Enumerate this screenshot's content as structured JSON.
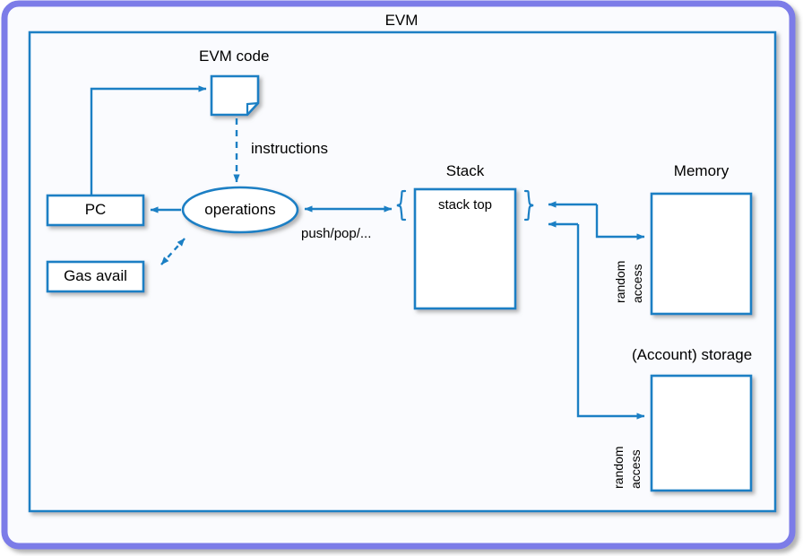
{
  "diagram": {
    "title": "EVM",
    "type": "architecture-block-diagram",
    "colors": {
      "outer_frame_border": "#7b7ce8",
      "inner_frame_border": "#1b7fc4",
      "node_border": "#1b7fc4",
      "node_fill": "#ffffff",
      "connector": "#1b7fc4",
      "page_background": "#fafbfe",
      "text": "#000000"
    },
    "nodes": [
      {
        "id": "evm-code",
        "label": "EVM code",
        "shape": "note"
      },
      {
        "id": "operations",
        "label": "operations",
        "shape": "ellipse"
      },
      {
        "id": "pc",
        "label": "PC",
        "shape": "rect"
      },
      {
        "id": "gas-avail",
        "label": "Gas avail",
        "shape": "rect"
      },
      {
        "id": "stack",
        "label": "Stack",
        "shape": "rect",
        "inner_label": "stack top"
      },
      {
        "id": "memory",
        "label": "Memory",
        "shape": "rect"
      },
      {
        "id": "storage",
        "label": "(Account) storage",
        "shape": "rect"
      }
    ],
    "edges": [
      {
        "id": "pc-to-evm-code",
        "from": "pc",
        "to": "evm-code",
        "label": "",
        "style": "solid",
        "arrow": "single"
      },
      {
        "id": "evm-code-to-operations",
        "from": "evm-code",
        "to": "operations",
        "label": "instructions",
        "style": "dashed",
        "arrow": "single"
      },
      {
        "id": "operations-to-pc",
        "from": "operations",
        "to": "pc",
        "label": "",
        "style": "solid",
        "arrow": "single"
      },
      {
        "id": "operations-to-gas",
        "from": "operations",
        "to": "gas-avail",
        "label": "",
        "style": "dashed",
        "arrow": "double"
      },
      {
        "id": "operations-to-stack",
        "from": "operations",
        "to": "stack",
        "label": "push/pop/...",
        "style": "solid",
        "arrow": "double"
      },
      {
        "id": "memory-to-stack",
        "from": "memory",
        "to": "stack",
        "label": "random access",
        "style": "solid",
        "arrow": "double"
      },
      {
        "id": "storage-to-stack",
        "from": "storage",
        "to": "stack",
        "label": "random access",
        "style": "solid",
        "arrow": "double"
      }
    ],
    "labels": {
      "title": "EVM",
      "evm_code": "EVM code",
      "instructions": "instructions",
      "operations": "operations",
      "pc": "PC",
      "gas_avail": "Gas avail",
      "push_pop": "push/pop/...",
      "stack": "Stack",
      "stack_top": "stack top",
      "memory": "Memory",
      "storage": "(Account) storage",
      "random_memory": "random",
      "access_memory": "access",
      "random_storage": "random",
      "access_storage": "access"
    }
  }
}
